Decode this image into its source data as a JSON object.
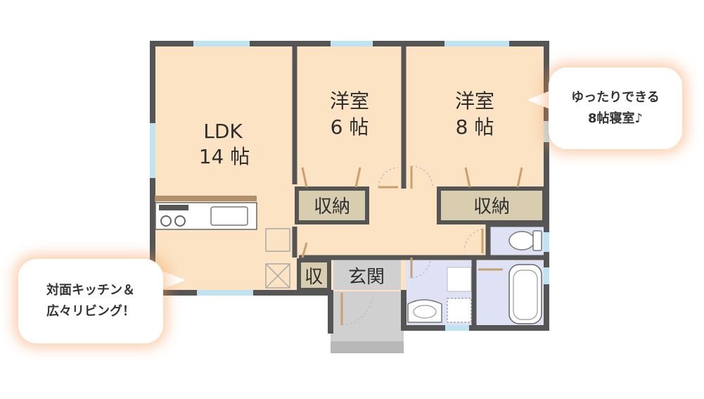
{
  "rooms": {
    "ldk": {
      "name": "LDK",
      "size": "14 帖"
    },
    "western1": {
      "name": "洋室",
      "size": "6 帖"
    },
    "western2": {
      "name": "洋室",
      "size": "8 帖"
    },
    "storage1": "収納",
    "storage2": "収納",
    "storage_small": "収",
    "entrance": "玄関"
  },
  "callouts": {
    "bedroom": {
      "line1": "ゆったりできる",
      "line2": "8帖寝室♪"
    },
    "kitchen": {
      "line1": "対面キッチン＆",
      "line2": "広々リビング！"
    }
  },
  "colors": {
    "floor": "#fbe3c4",
    "wall": "#555555",
    "window": "#bfe3f1",
    "storage": "#d9cdb0",
    "wet_area": "#dfe1f5",
    "entrance": "#d0d0d0",
    "callout_glow": "#f59650"
  }
}
